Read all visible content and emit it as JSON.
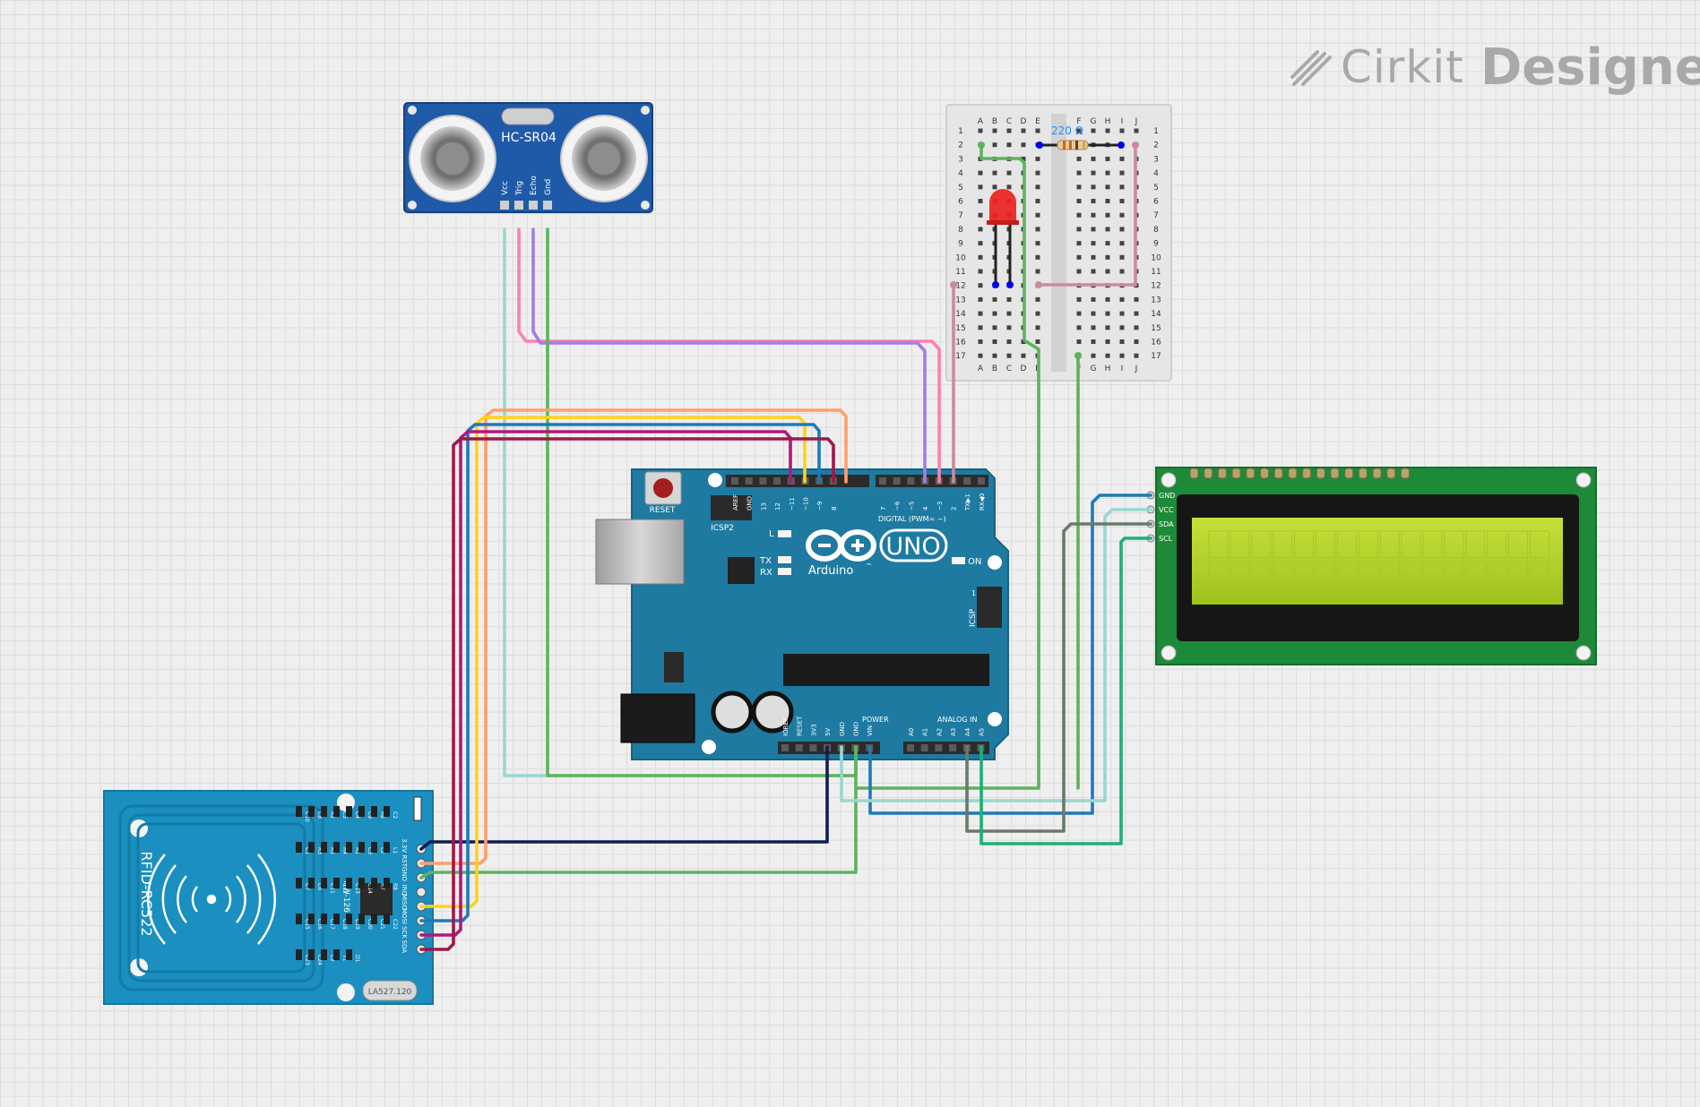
{
  "brand": {
    "name_light": "Cirkit",
    "name_bold": "Designer"
  },
  "colors": {
    "board": "#1e7aa0",
    "lcd_pcb": "#1d8a3a",
    "rfid": "#1a8fc0",
    "hc_board": "#1f5aa8",
    "wire_pink": "#ff7fb0",
    "wire_purple": "#a07ee6",
    "wire_teal": "#9ad7d0",
    "wire_green": "#5db35d",
    "wire_orange": "#ff9f6a",
    "wire_yellow": "#ffd21a",
    "wire_magenta": "#b0177e",
    "wire_darkred": "#9a1a4a",
    "wire_navy": "#0f1e50",
    "wire_blue": "#1e7ab8",
    "wire_gray": "#6a7a6a",
    "wire_mauve": "#c98aa0"
  },
  "hcsr04": {
    "model": "HC-SR04",
    "pins": [
      "Vcc",
      "Trig",
      "Echo",
      "Gnd"
    ]
  },
  "breadboard": {
    "cols_left": [
      "A",
      "B",
      "C",
      "D",
      "E"
    ],
    "cols_right": [
      "F",
      "G",
      "H",
      "I",
      "J"
    ],
    "rows": [
      "1",
      "2",
      "3",
      "4",
      "5",
      "6",
      "7",
      "8",
      "9",
      "10",
      "11",
      "12",
      "13",
      "14",
      "15",
      "16",
      "17"
    ],
    "resistor_label": "220 Ω"
  },
  "arduino": {
    "reset_label": "RESET",
    "icsp2_label": "ICSP2",
    "led_l": "L",
    "tx": "TX",
    "rx": "RX",
    "brand": "Arduino",
    "tm": "™",
    "model": "UNO",
    "on": "ON",
    "icsp": "ICSP",
    "icsp_pin1": "1",
    "digital_label": "DIGITAL (PWM= ~)",
    "power_label": "POWER",
    "analog_label": "ANALOG IN",
    "top_pins": [
      "AREF",
      "GND",
      "13",
      "12",
      "~11",
      "~10",
      "~9",
      "8",
      "7",
      "~6",
      "~5",
      "4",
      "~3",
      "2",
      "TX▶1",
      "RX◀0"
    ],
    "power_pins": [
      "IOREF",
      "RESET",
      "3V3",
      "5V",
      "GND",
      "GND",
      "VIN"
    ],
    "analog_pins": [
      "A0",
      "A1",
      "A2",
      "A3",
      "A4",
      "A5"
    ]
  },
  "lcd": {
    "pins": [
      "GND",
      "VCC",
      "SDA",
      "SCL"
    ]
  },
  "rfid": {
    "model": "RFID-RC522",
    "chip_label": "HW-126",
    "crystal_label": "LA527.120",
    "pins": [
      "3.3V",
      "RST",
      "GND",
      "IRQ",
      "MISO",
      "MOSI",
      "SCK",
      "SDA"
    ],
    "components": [
      "C10",
      "C8",
      "R2",
      "C5",
      "C4",
      "C9",
      "R6",
      "C2",
      "C1",
      "R3",
      "R5",
      "R4",
      "R1",
      "C3",
      "L2",
      "L1",
      "C7",
      "C6",
      "C11",
      "C12",
      "C13",
      "C14",
      "R7",
      "R8",
      "C15",
      "C16",
      "C17",
      "C18",
      "C19",
      "C20",
      "C21",
      "C22",
      "C23",
      "C24",
      "L3",
      "Y1",
      "D1"
    ]
  }
}
